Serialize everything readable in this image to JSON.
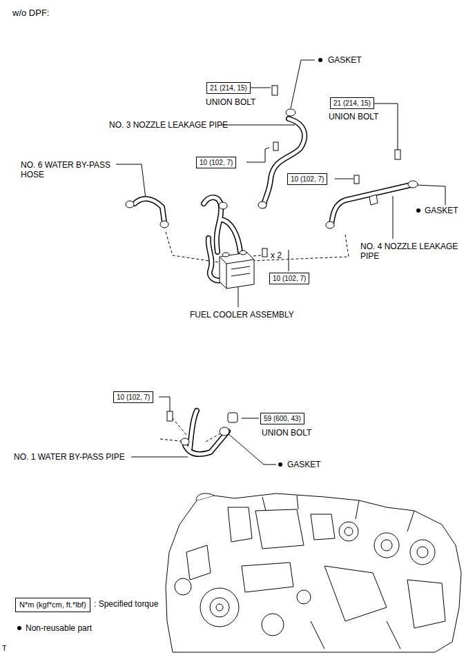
{
  "diagram": {
    "title": "w/o DPF:",
    "nodes": [
      {
        "text": [
          "21 (214, 15)"
        ]
      },
      {
        "text": [
          "21 (214, 15)"
        ]
      },
      {
        "text": [
          "10 (102, 7)"
        ]
      },
      {
        "text": [
          "10 (102, 7)"
        ]
      },
      {
        "text": [
          "10 (102, 7)"
        ]
      },
      {
        "text": [
          "10 (102, 7)"
        ]
      },
      {
        "text": [
          "59 (600, 43)"
        ]
      },
      {
        "text": [
          "N*m (kgf*cm, ft.*lbf)"
        ]
      }
    ],
    "labels": [
      "GASKET",
      "UNION BOLT",
      "NO. 3 NOZZLE LEAKAGE PIPE",
      "UNION BOLT",
      "NO. 6 WATER BY-PASS HOSE",
      "x 2",
      "GASKET",
      "NO. 4 NOZZLE LEAKAGE PIPE",
      "FUEL COOLER ASSEMBLY",
      "UNION BOLT",
      "NO. 1 WATER BY-PASS PIPE",
      "GASKET",
      "T"
    ],
    "legend": [
      {
        "text": ": Specified torque"
      },
      {
        "text": "Non-reusable part"
      }
    ]
  }
}
